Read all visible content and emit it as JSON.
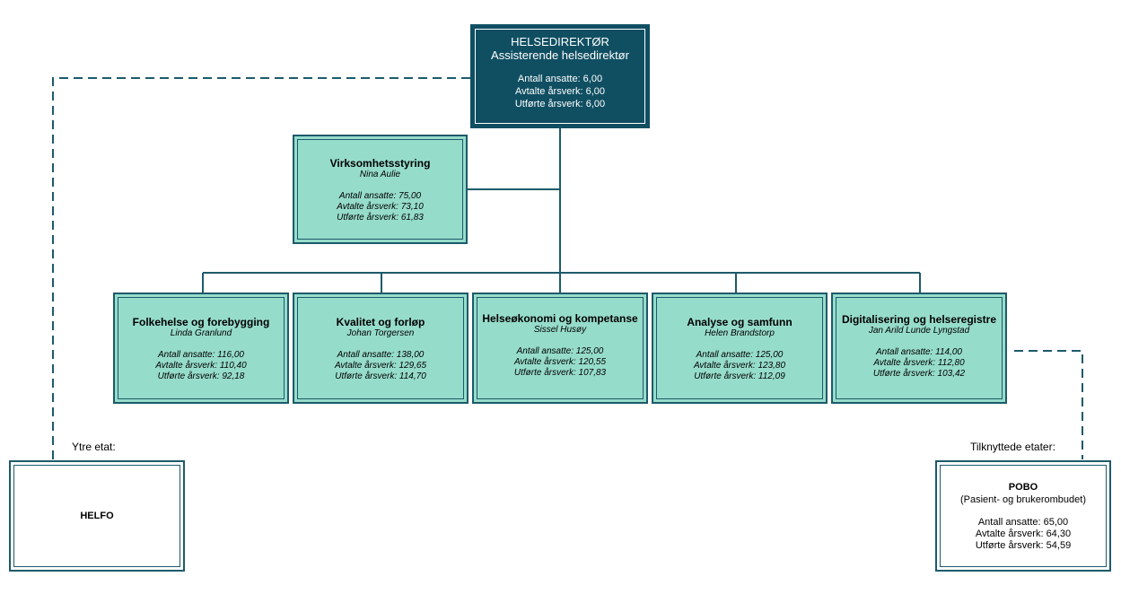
{
  "top": {
    "title": "HELSEDIREKTØR",
    "subtitle": "Assisterende helsedirektør",
    "stats": [
      "Antall ansatte: 6,00",
      "Avtalte årsverk: 6,00",
      "Utførte årsverk: 6,00"
    ]
  },
  "staff": {
    "title": "Virksomhetsstyring",
    "leader": "Nina Aulie",
    "stats": [
      "Antall ansatte: 75,00",
      "Avtalte årsverk: 73,10",
      "Utførte årsverk: 61,83"
    ]
  },
  "divisions": [
    {
      "title": "Folkehelse og forebygging",
      "leader": "Linda Granlund",
      "stats": [
        "Antall ansatte: 116,00",
        "Avtalte årsverk: 110,40",
        "Utførte årsverk: 92,18"
      ]
    },
    {
      "title": "Kvalitet og forløp",
      "leader": "Johan Torgersen",
      "stats": [
        "Antall ansatte: 138,00",
        "Avtalte årsverk: 129,65",
        "Utførte årsverk: 114,70"
      ]
    },
    {
      "title": "Helseøkonomi og kompetanse",
      "leader": "Sissel Husøy",
      "stats": [
        "Antall ansatte: 125,00",
        "Avtalte årsverk: 120,55",
        "Utførte årsverk: 107,83"
      ]
    },
    {
      "title": "Analyse og samfunn",
      "leader": "Helen Brandstorp",
      "stats": [
        "Antall ansatte: 125,00",
        "Avtalte årsverk: 123,80",
        "Utførte årsverk: 112,09"
      ]
    },
    {
      "title": "Digitalisering og helseregistre",
      "leader": "Jan Arild Lunde Lyngstad",
      "stats": [
        "Antall ansatte: 114,00",
        "Avtalte årsverk: 112,80",
        "Utførte årsverk: 103,42"
      ]
    }
  ],
  "outer": {
    "label": "Ytre etat:",
    "title": "HELFO"
  },
  "affiliated": {
    "label": "Tilknyttede etater:",
    "title": "POBO",
    "subtitle": "(Pasient- og brukerombudet)",
    "stats": [
      "Antall ansatte: 65,00",
      "Avtalte årsverk: 64,30",
      "Utførte årsverk: 54,59"
    ]
  },
  "colors": {
    "top_fill": "#104f62",
    "unit_fill": "#96dccb",
    "line": "#1d5a6a"
  }
}
